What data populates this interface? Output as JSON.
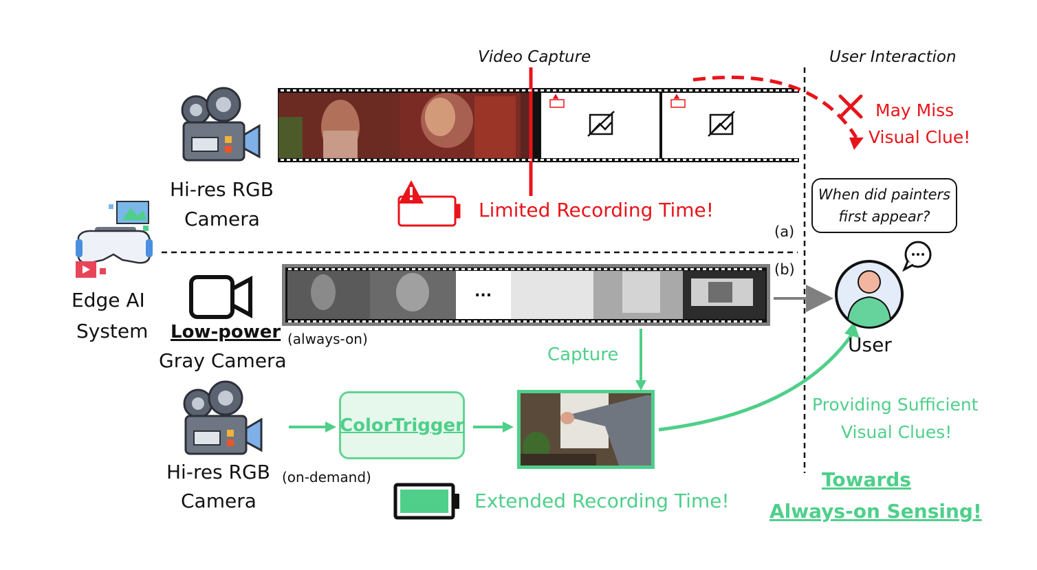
{
  "header": {
    "video_capture": "Video Capture",
    "user_interaction": "User Interaction"
  },
  "system": {
    "edge_ai_line1": "Edge AI",
    "edge_ai_line2": "System"
  },
  "panel_a": {
    "tag": "(a)",
    "camera_line1": "Hi-res RGB",
    "camera_line2": "Camera",
    "limited_recording": "Limited Recording Time!",
    "may_miss_line1": "May Miss",
    "may_miss_line2": "Visual Clue!",
    "question_line1": "When did painters",
    "question_line2": "first appear?"
  },
  "panel_b": {
    "tag": "(b)",
    "lowpower_bold": "Low-power",
    "lowpower_rest": "Gray Camera",
    "always_on": "(always-on)",
    "ellipsis": "...",
    "capture": "Capture",
    "colortrigger": "ColorTrigger",
    "hires_line1": "Hi-res RGB",
    "hires_line2": "Camera",
    "on_demand": "(on-demand)",
    "extended_recording": "Extended Recording Time!",
    "user": "User",
    "providing_line1": "Providing Sufficient",
    "providing_line2": "Visual Clues!",
    "towards_line1": "Towards",
    "towards_line2": "Always-on Sensing!"
  },
  "icons": {
    "hires_camera": "video-camera-icon",
    "gray_camera": "camcorder-outline-icon",
    "vr_headset": "vr-headset-icon",
    "user_avatar": "user-avatar-icon",
    "chat_bubble": "speech-bubble-icon",
    "battery_low": "battery-low-warning-icon",
    "battery_full": "battery-full-icon",
    "no_image": "no-image-icon",
    "miss_cross": "x-mark-icon"
  },
  "colors": {
    "red": "#e8141a",
    "green": "#4fcf8a",
    "gray": "#808080"
  }
}
